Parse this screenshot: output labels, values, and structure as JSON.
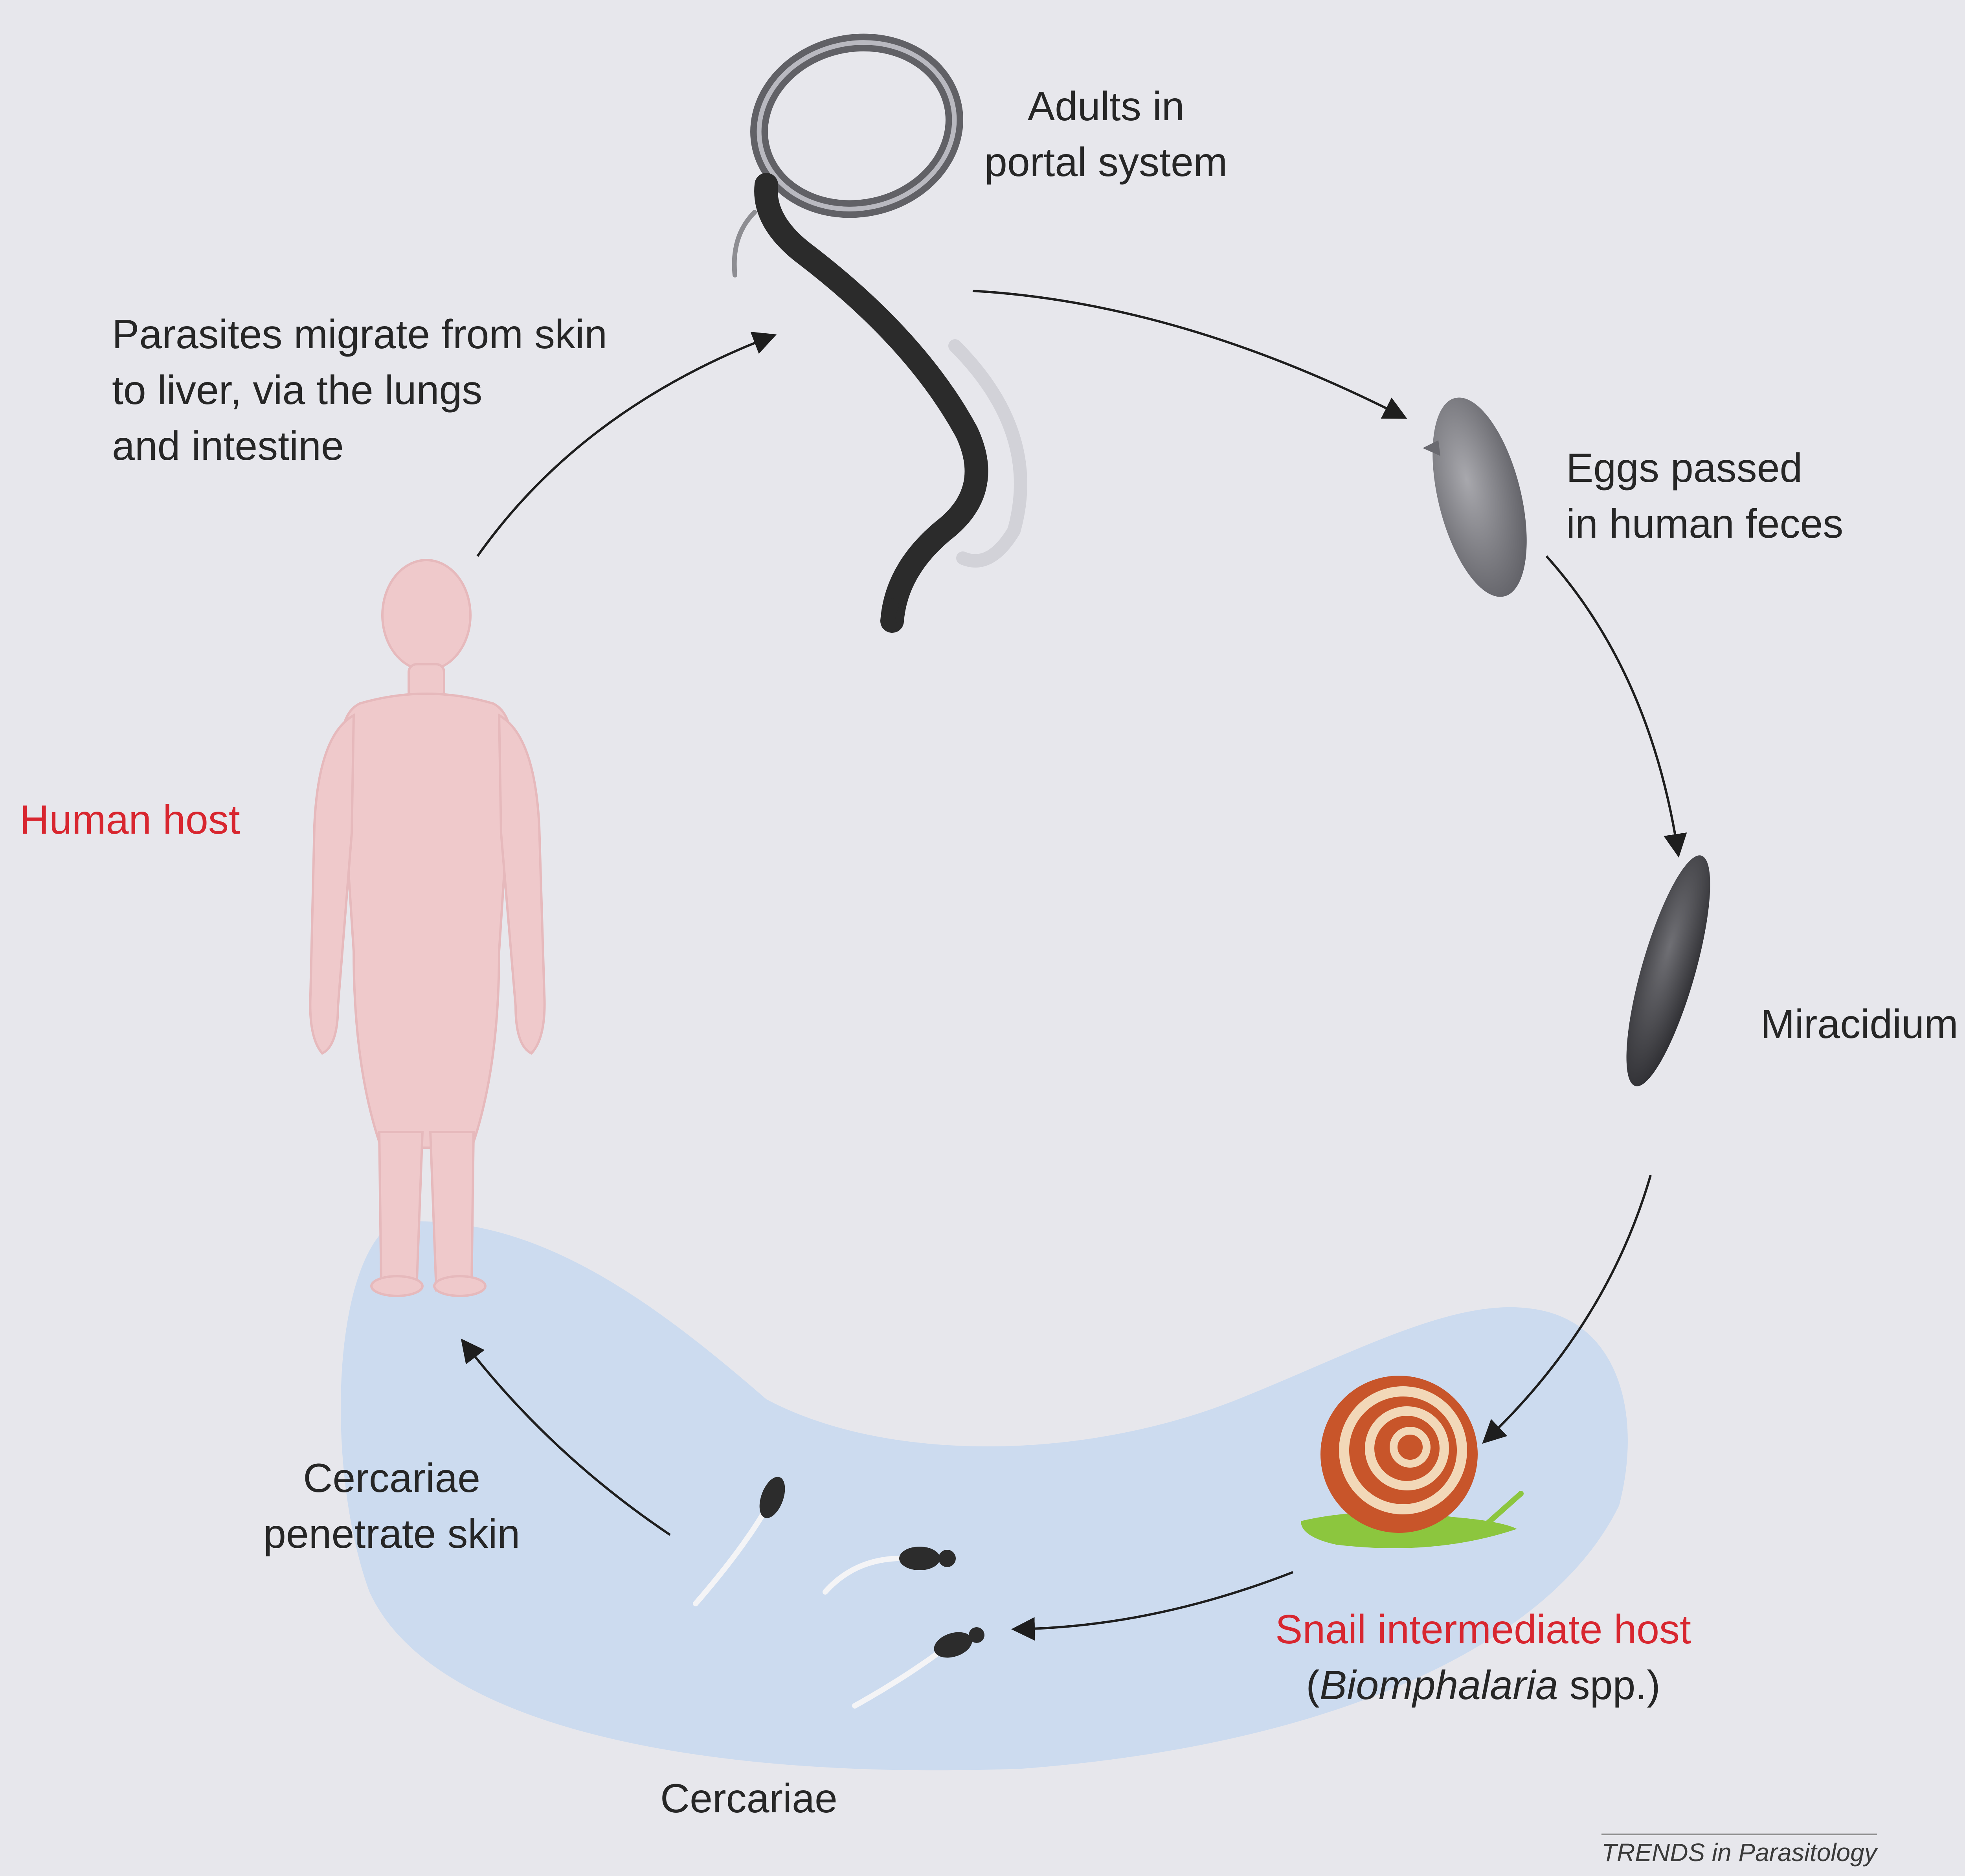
{
  "figure": {
    "stages": {
      "adults": {
        "line1": "Adults in",
        "line2": "portal system"
      },
      "eggs": {
        "line1": "Eggs passed",
        "line2": "in human feces"
      },
      "miracidium": {
        "label": "Miracidium"
      },
      "snail": {
        "label": "Snail intermediate host",
        "genus": "Biomphalaria",
        "suffix_pre": "(",
        "suffix_post": " spp.)"
      },
      "cercariae": {
        "label": "Cercariae"
      },
      "penetrate": {
        "line1": "Cercariae",
        "line2": "penetrate skin"
      },
      "human": {
        "label": "Human host"
      },
      "migrate": {
        "line1": "Parasites migrate from skin",
        "line2": "to liver, via the lungs",
        "line3": "and intestine"
      }
    },
    "credit": "TRENDS in Parasitology",
    "colors": {
      "background": "#e7e7ec",
      "water": "#c9d9ef",
      "human": "#efc9cb",
      "host_label": "#d8262f",
      "worm": "#2b2b2b",
      "snail_shell": "#c8552a",
      "snail_body": "#8cc63e"
    }
  }
}
